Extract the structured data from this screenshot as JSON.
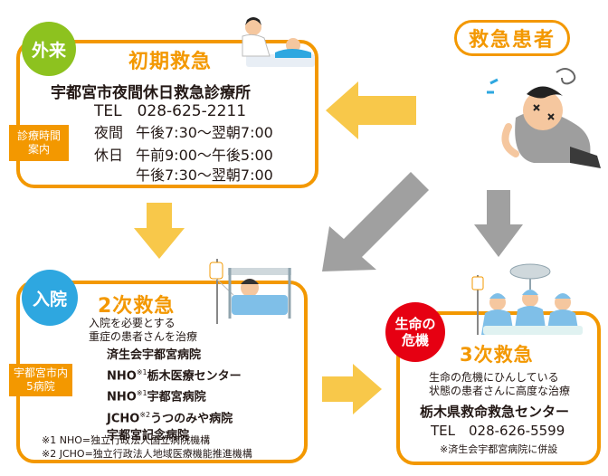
{
  "patient": {
    "label": "救急患者"
  },
  "primary": {
    "badge": "外来",
    "title": "初期救急",
    "facility": "宇都宮市夜間休日救急診療所",
    "tel": "TEL　028-625-2211",
    "hours_tag_line1": "診療時間",
    "hours_tag_line2": "案内",
    "night_label": "夜間",
    "night_hours": "午後7:30～翌朝7:00",
    "holiday_label": "休日",
    "holiday_hours1": "午前9:00～午後5:00",
    "holiday_hours2": "午後7:30～翌朝7:00"
  },
  "secondary": {
    "badge": "入院",
    "title": "2次救急",
    "desc1": "入院を必要とする",
    "desc2": "重症の患者さんを治療",
    "tag_line1": "宇都宮市内",
    "tag_line2": "5病院",
    "hospitals": [
      {
        "pre": "済生会宇都宮病院",
        "sup": "",
        "post": ""
      },
      {
        "pre": "NHO",
        "sup": "※1",
        "post": "栃木医療センター"
      },
      {
        "pre": "NHO",
        "sup": "※1",
        "post": "宇都宮病院"
      },
      {
        "pre": "JCHO",
        "sup": "※2",
        "post": "うつのみや病院"
      },
      {
        "pre": "宇都宮記念病院",
        "sup": "",
        "post": ""
      }
    ],
    "note1": "※1 NHO=独立行政法人国立病院機構",
    "note2": "※2 JCHO=独立行政法人地域医療機能推進機構"
  },
  "tertiary": {
    "badge_line1": "生命の",
    "badge_line2": "危機",
    "title": "3次救急",
    "desc1": "生命の危機にひんしている",
    "desc2": "状態の患者さんに高度な治療",
    "facility": "栃木県救命救急センター",
    "tel": "TEL　028-626-5599",
    "note": "※済生会宇都宮病院に併設"
  },
  "colors": {
    "orange": "#f39800",
    "green": "#8dc21f",
    "blue": "#2ea7e0",
    "red": "#e60012",
    "arrow_yellow": "#f8c84a",
    "arrow_gray": "#a0a0a0"
  }
}
